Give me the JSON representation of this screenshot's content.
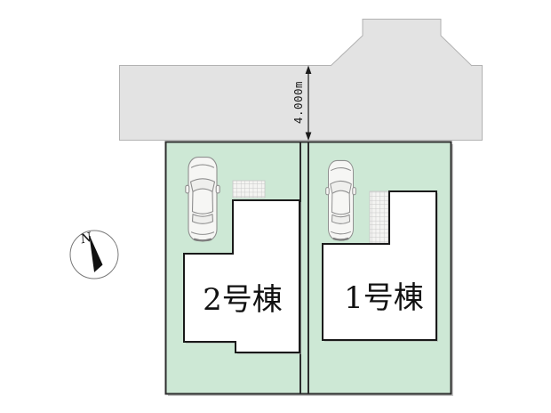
{
  "title": "site-plan",
  "road": {
    "dimension_label": "4.000m",
    "fill": "#e3e3e3",
    "border": "#b2b2b2"
  },
  "plot": {
    "fill": "#cde8d5",
    "border": "#2d2d2d"
  },
  "building": {
    "fill": "#ffffff",
    "border": "#1a1a1a"
  },
  "lots": [
    {
      "id": "lot-1",
      "building_label": "1号棟"
    },
    {
      "id": "lot-2",
      "building_label": "2号棟"
    }
  ],
  "compass": {
    "label": "N"
  }
}
